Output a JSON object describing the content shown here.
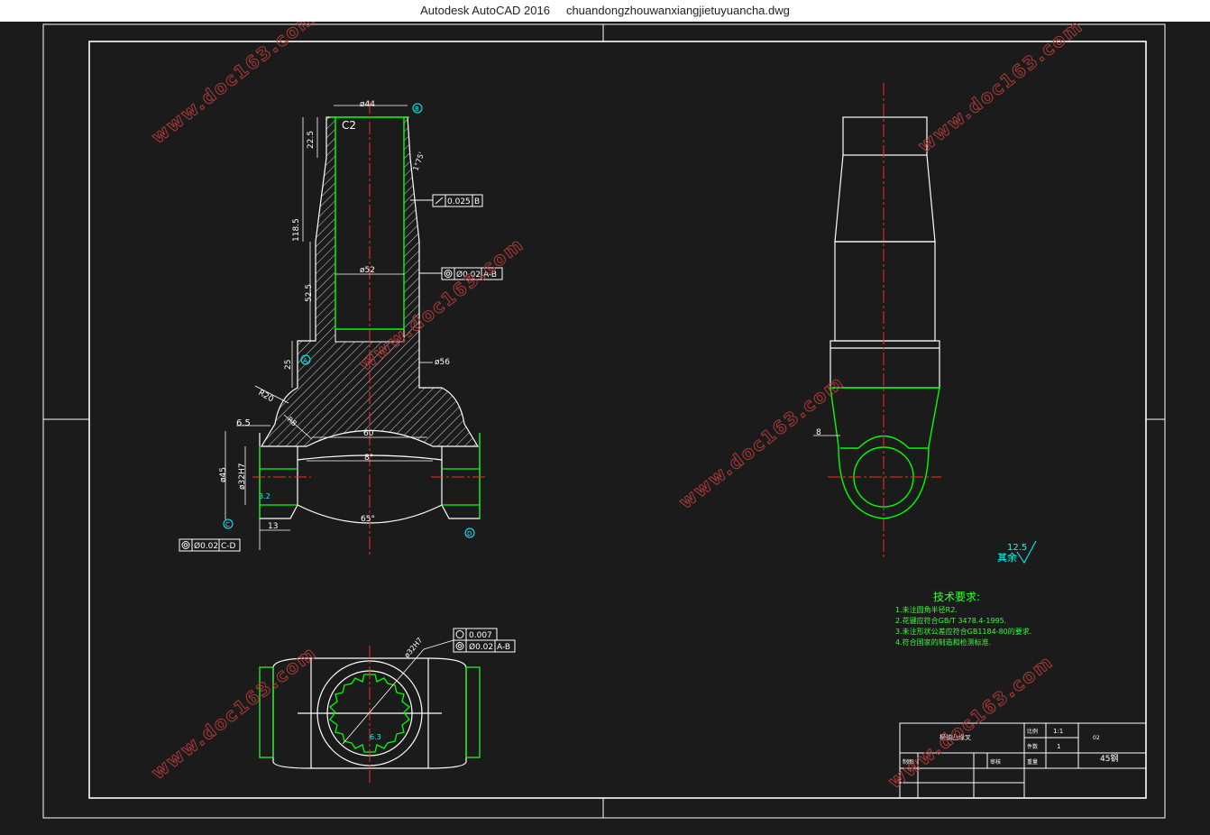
{
  "window": {
    "app_title": "Autodesk AutoCAD 2016",
    "file_name": "chuandongzhouwanxiangjietuyuancha.dwg"
  },
  "watermark": "www.doc163.com",
  "front_view": {
    "dim_d44": "ø44",
    "label_c2": "C2",
    "datum_b": "B",
    "dim_22_5": "22.5",
    "angle_175": "1°75'",
    "tol_0025": "0.025",
    "tol_ref_b": "B",
    "dim_118_5": "118.5",
    "dim_d52": "ø52",
    "tol_002_ab": "Ø0.02",
    "tol_ref_ab": "A-B",
    "dim_52_5": "52.5",
    "dim_25": "25",
    "datum_a": "A",
    "dim_d56": "ø56",
    "dim_r20": "R20",
    "dim_r8": "R8",
    "dim_6_5": "6.5",
    "dim_60": "60",
    "dim_8deg": "8°",
    "dim_d45": "ø45",
    "dim_d32h7": "ø32H7",
    "rough_left": "3.2",
    "datum_c": "C",
    "dim_13": "13",
    "dim_65deg": "65°",
    "datum_d": "D",
    "tol_cd": "Ø0.02",
    "tol_ref_cd": "C-D"
  },
  "side_view": {
    "dim_8": "8",
    "roughness_value": "12.5",
    "roughness_label": "其余"
  },
  "bottom_view": {
    "tol_0007": "0.007",
    "tol_002": "Ø0.02",
    "tol_ref": "A-B",
    "dim_d32h7": "ø32H7",
    "rough": "6.3"
  },
  "tech_requirements": {
    "title": "技术要求:",
    "items": [
      "1.未注圆角半径R2.",
      "2.花键应符合GB/T 3478.4-1995.",
      "3.未注形状公差应符合GB1184-80的要求.",
      "4.符合国家的制造和检测标准."
    ]
  },
  "title_block": {
    "part_name": "横轴凸缘叉",
    "scale_label": "比例",
    "scale_value": "1:1",
    "qty_label": "件数",
    "qty_value": "1",
    "material": "45钢",
    "drawing_no": "02",
    "designer_label": "制图",
    "checker_label": "审核",
    "weight_label": "重量"
  },
  "colors": {
    "background": "#1b1b1b",
    "line_white": "#ffffff",
    "contour_green": "#00ff00",
    "centerline_red": "#ff2a2a",
    "datum_cyan": "#00ffff",
    "text_green": "#33ff33",
    "watermark": "#b03a3a"
  }
}
